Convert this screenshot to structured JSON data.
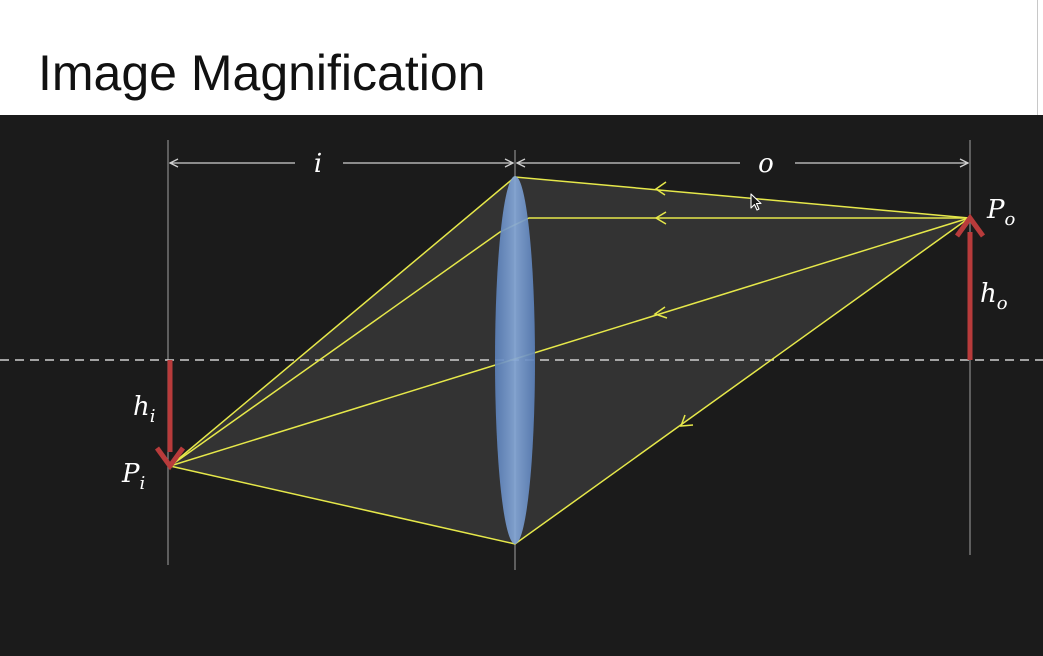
{
  "slide": {
    "title": "Image Magnification"
  },
  "diagram": {
    "labels": {
      "image_distance": "i",
      "object_distance": "o",
      "object_point": "P",
      "object_point_subscript": "o",
      "image_point": "P",
      "image_point_subscript": "i",
      "object_height": "h",
      "object_height_subscript": "o",
      "image_height": "h",
      "image_height_subscript": "i"
    },
    "colors": {
      "background": "#1b1b1b",
      "ray": "#e6e84a",
      "height_arrow": "#b83b3b",
      "lens": "#6f93c8",
      "axis": "#d0d0d0",
      "guide": "#8a8a8a"
    }
  }
}
